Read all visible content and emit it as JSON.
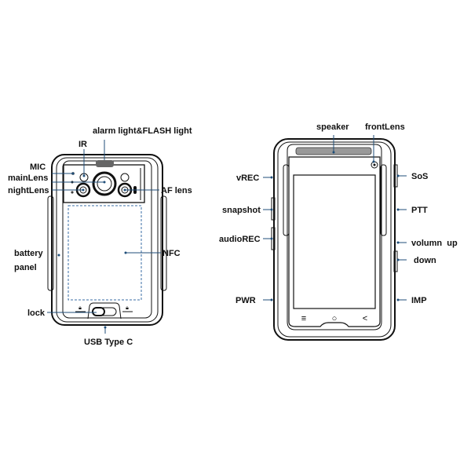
{
  "back_view": {
    "labels": {
      "alarm_flash": "alarm light&FLASH light",
      "ir": "IR",
      "mic": "MIC",
      "main_lens": "mainLens",
      "night_lens": "nightLens",
      "af_lens": "AF lens",
      "battery": "battery",
      "panel": "panel",
      "nfc": "NFC",
      "lock": "lock",
      "usb": "USB Type C"
    }
  },
  "front_view": {
    "labels": {
      "speaker": "speaker",
      "front_lens": "frontLens",
      "vrec": "vREC",
      "snapshot": "snapshot",
      "audiorec": "audioREC",
      "pwr": "PWR",
      "sos": "SoS",
      "ptt": "PTT",
      "vol_up": "volumn  up",
      "down": "down",
      "imp": "IMP"
    },
    "nav_icons": [
      "≡",
      "○",
      "<"
    ]
  },
  "colors": {
    "leader_line": "#1f4e79",
    "outline": "#111111"
  }
}
